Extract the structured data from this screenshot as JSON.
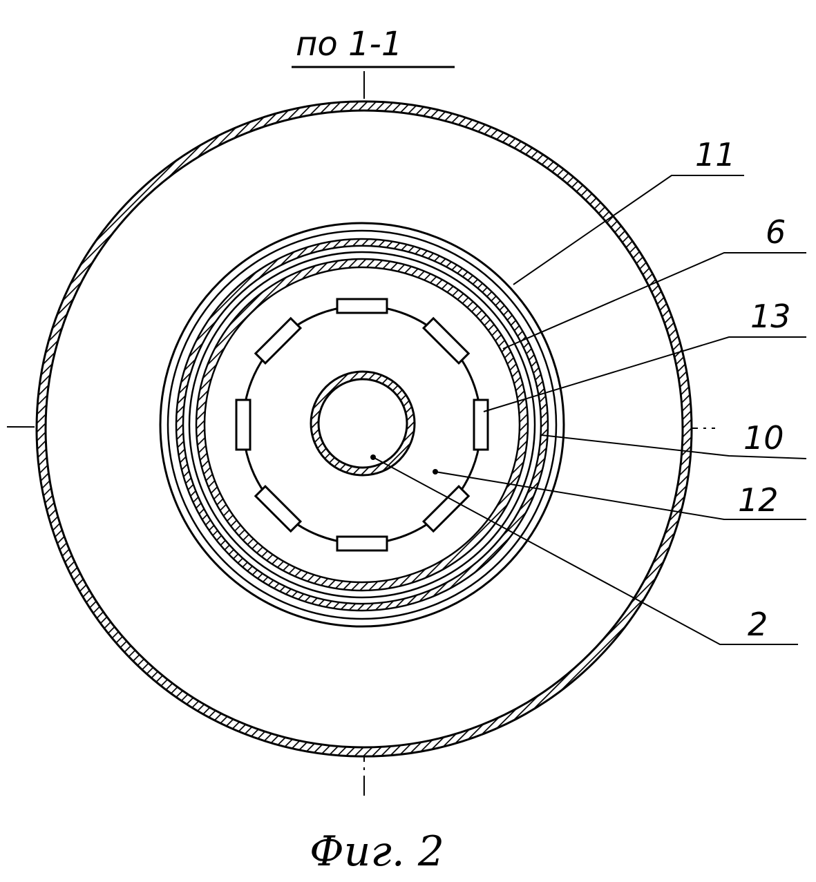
{
  "section_title": "по 1-1",
  "caption": "Фиг. 2",
  "callouts": [
    {
      "id": "11",
      "label": "11"
    },
    {
      "id": "6",
      "label": "6"
    },
    {
      "id": "13",
      "label": "13"
    },
    {
      "id": "10",
      "label": "10"
    },
    {
      "id": "12",
      "label": "12"
    },
    {
      "id": "2",
      "label": "2"
    }
  ],
  "colors": {
    "line": "#000000",
    "background": "#ffffff"
  }
}
